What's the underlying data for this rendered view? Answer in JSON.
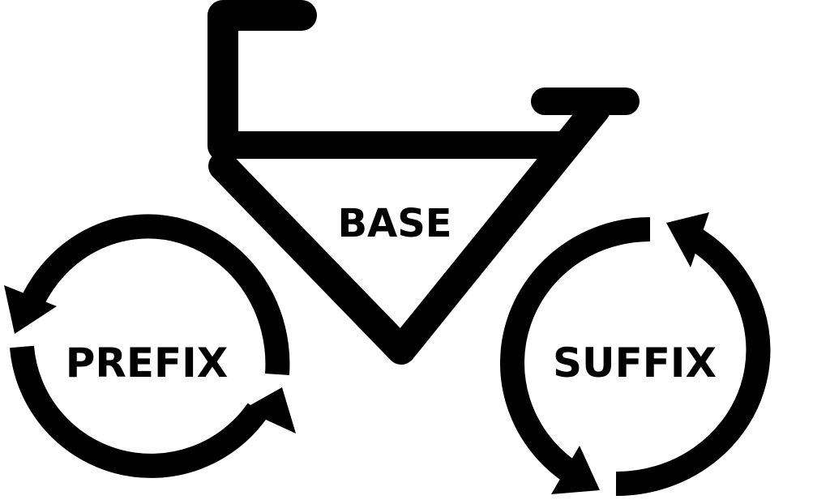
{
  "diagram": {
    "labels": {
      "base": "BASE",
      "prefix": "PREFIX",
      "suffix": "SUFFIX"
    },
    "colors": {
      "stroke": "#000000",
      "background": "#ffffff"
    }
  }
}
